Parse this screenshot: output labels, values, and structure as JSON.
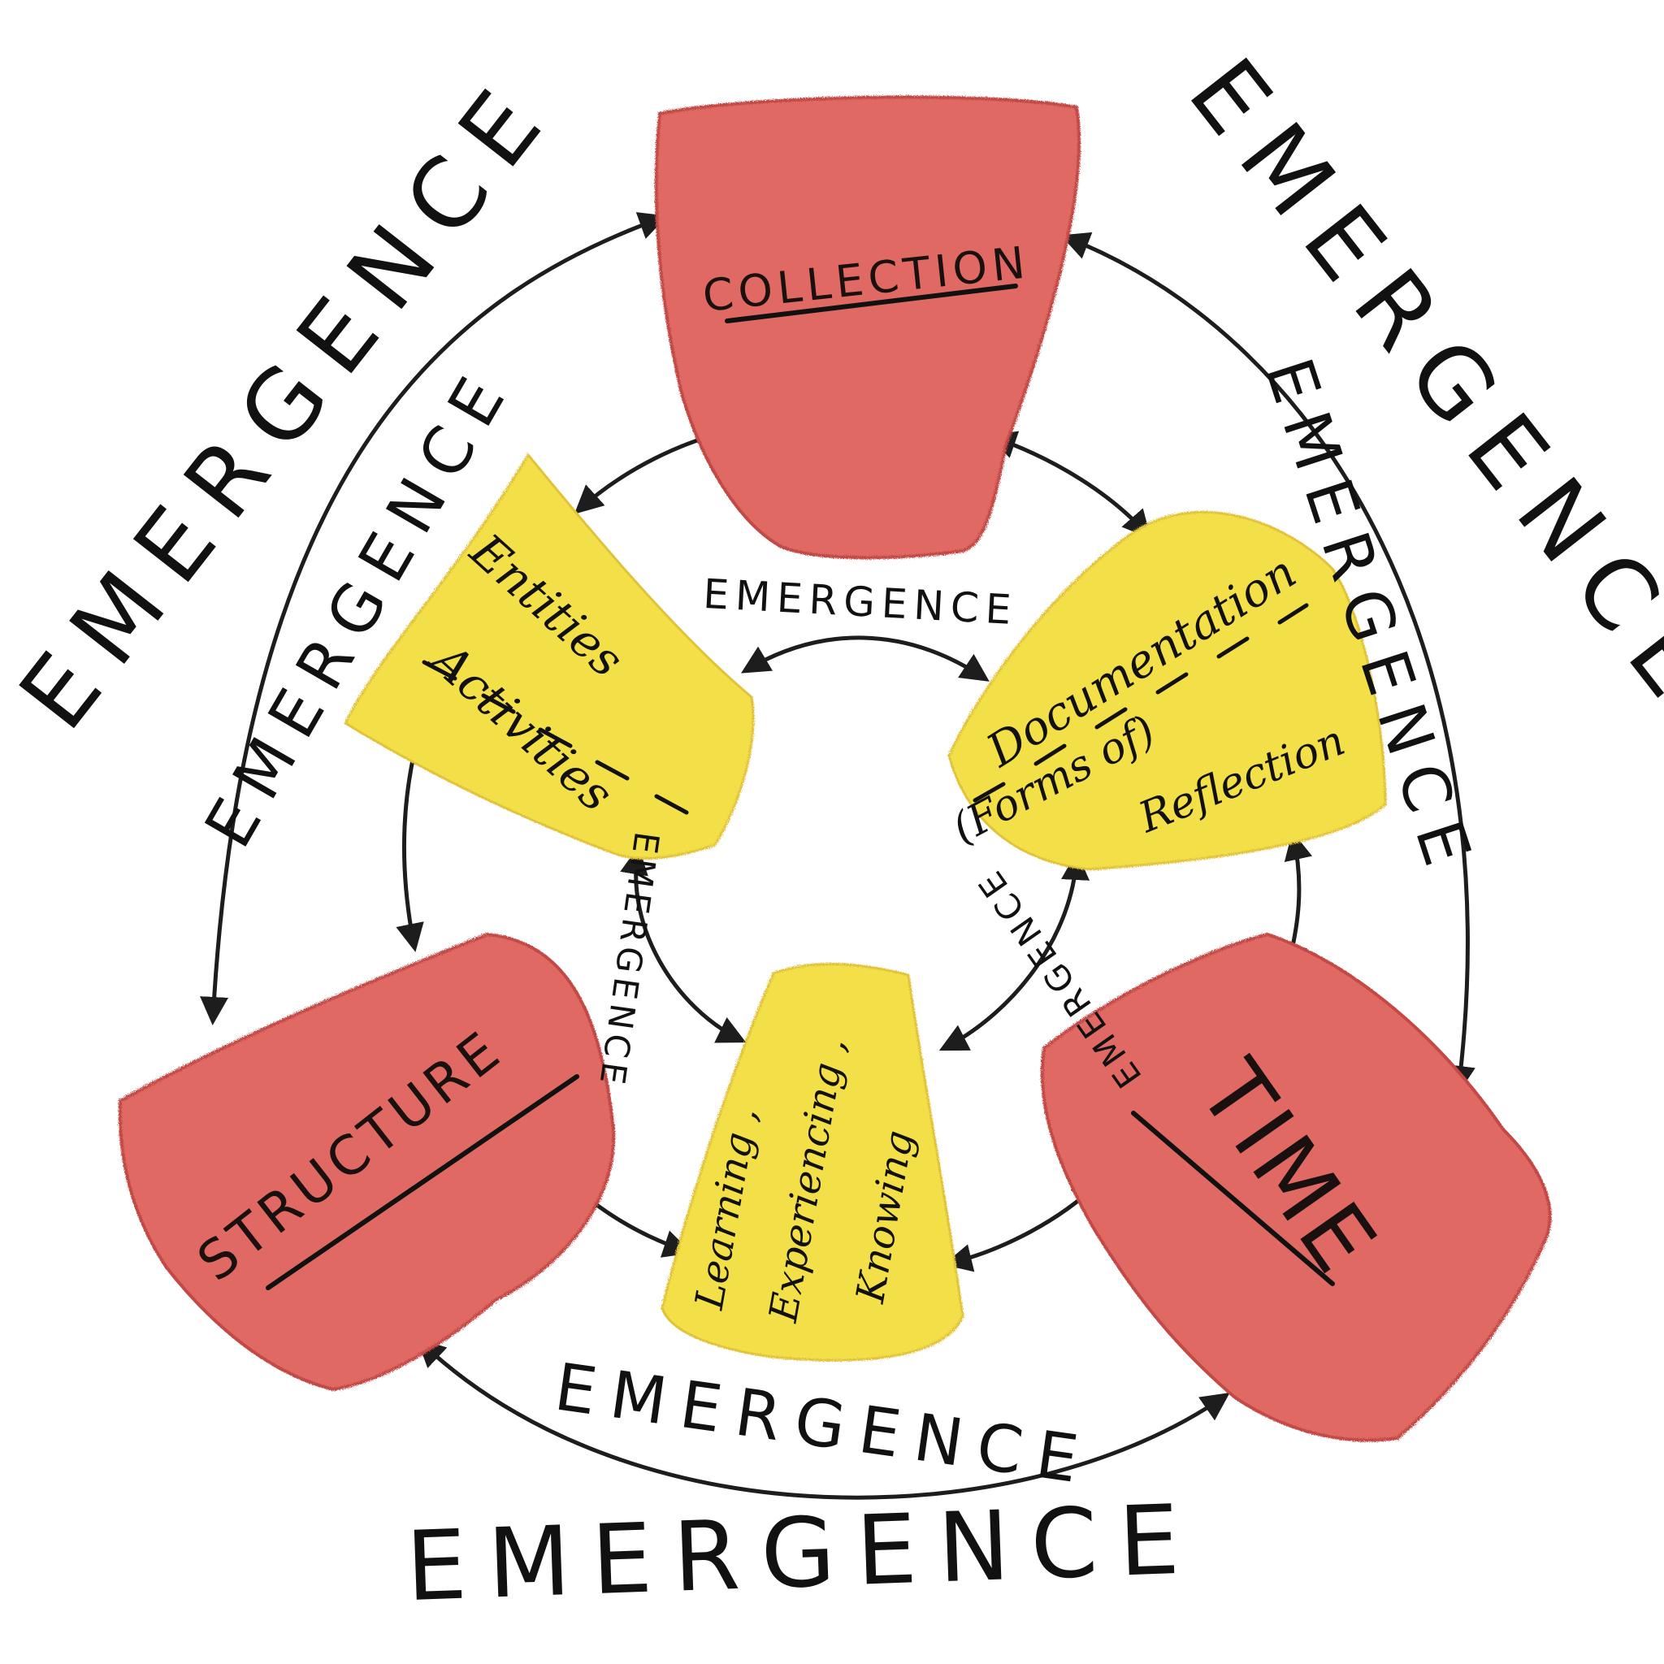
{
  "colors": {
    "red_block": "#e06b64",
    "red_block_edge": "#c9524c",
    "yellow_block": "#f3e048",
    "yellow_block_edge": "#e8c93a",
    "ink": "#111111"
  },
  "nodes": {
    "collection": {
      "label": "COLLECTION"
    },
    "structure": {
      "label": "STRUCTURE"
    },
    "time": {
      "label": "TIME"
    },
    "entities_activities": {
      "line1": "Entities",
      "line2": "Activities"
    },
    "documentation_reflection": {
      "line1": "Documentation",
      "line2": "(Forms of)",
      "line3": "Reflection"
    },
    "learning": {
      "line1": "Learning ,",
      "line2": "Experiencing ,",
      "line3": "Knowing"
    }
  },
  "emergence_labels": {
    "outer_top_left": "EMERGENCE",
    "outer_top_right": "EMERGENCE",
    "outer_bottom": "EMERGENCE",
    "middle_left": "EMERGENCE",
    "middle_right": "EMERGENCE",
    "middle_bottom": "EMERGENCE",
    "inner_top": "EMERGENCE",
    "inner_left": "EMERGENCE",
    "inner_right": "EMERGENCE"
  }
}
